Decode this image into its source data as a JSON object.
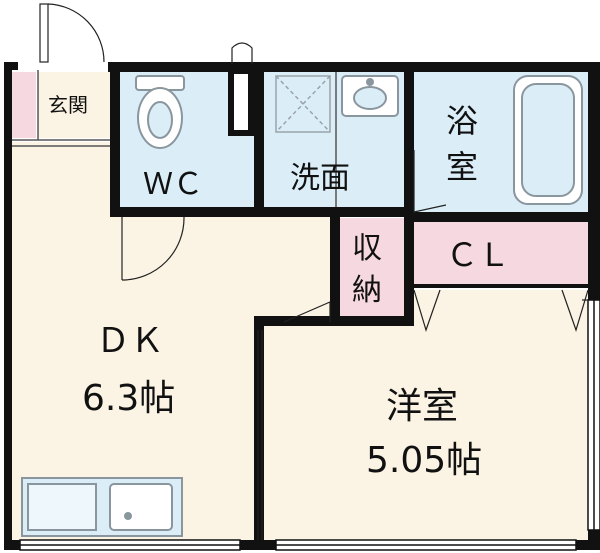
{
  "colors": {
    "wall": "#111111",
    "wet_area": "#dbeef8",
    "storage": "#f6d9e0",
    "room": "#fbf3e3",
    "fixture": "#aab4bb"
  },
  "rooms": {
    "genkan": "玄関",
    "wc": "ＷＣ",
    "senmen": "洗面",
    "yoku_line1": "浴",
    "yoku_line2": "室",
    "closet": "ＣＬ",
    "shuno_line1": "収",
    "shuno_line2": "納",
    "dk_name": "ＤＫ",
    "dk_size": "6.3帖",
    "yoshitsu_name": "洋室",
    "yoshitsu_size": "5.05帖"
  },
  "fixtures": {
    "toilet": "toilet-icon",
    "sink": "sink-icon",
    "bathtub": "bathtub-icon",
    "washer_pan": "washer-pan-icon",
    "kitchen": "kitchen-counter-icon"
  }
}
